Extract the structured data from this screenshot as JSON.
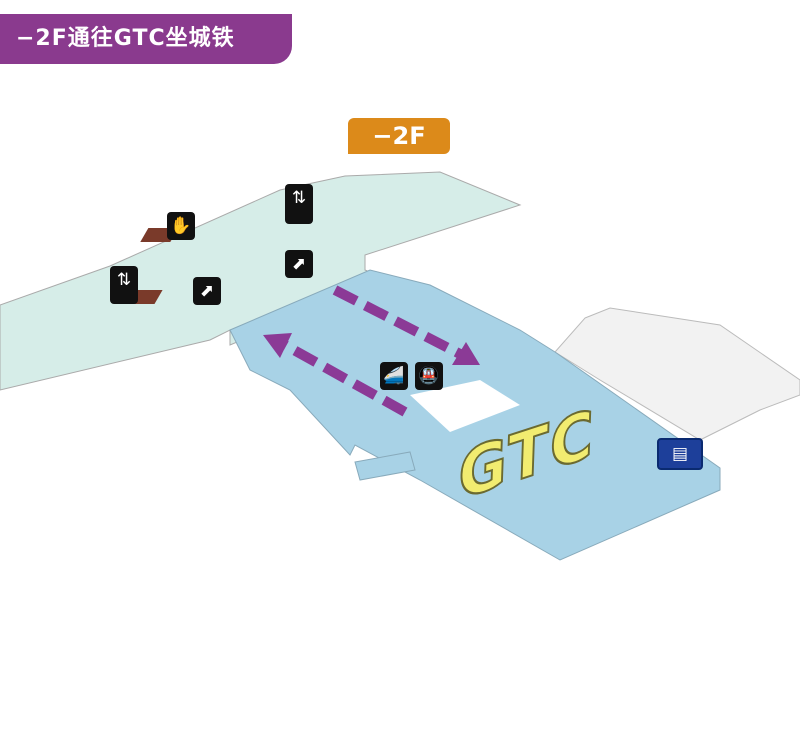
{
  "banner": {
    "title": "−2F通往GTC坐城铁"
  },
  "floor_tag": {
    "label": "−2F"
  },
  "map": {
    "area_label": "GTC",
    "colors": {
      "concourse": "#d6ede8",
      "gtc_zone": "#a8d2e6",
      "adjacent": "#f0f0f0",
      "route": "#8b3a96",
      "banner": "#8a3a8e",
      "floor_tag": "#dc8a1a"
    }
  },
  "icons": [
    "elevator-icon",
    "service-icon",
    "elevator-icon",
    "escalator-icon",
    "escalator-icon",
    "intercity-train-icon",
    "metro-icon",
    "station-sign-icon"
  ]
}
